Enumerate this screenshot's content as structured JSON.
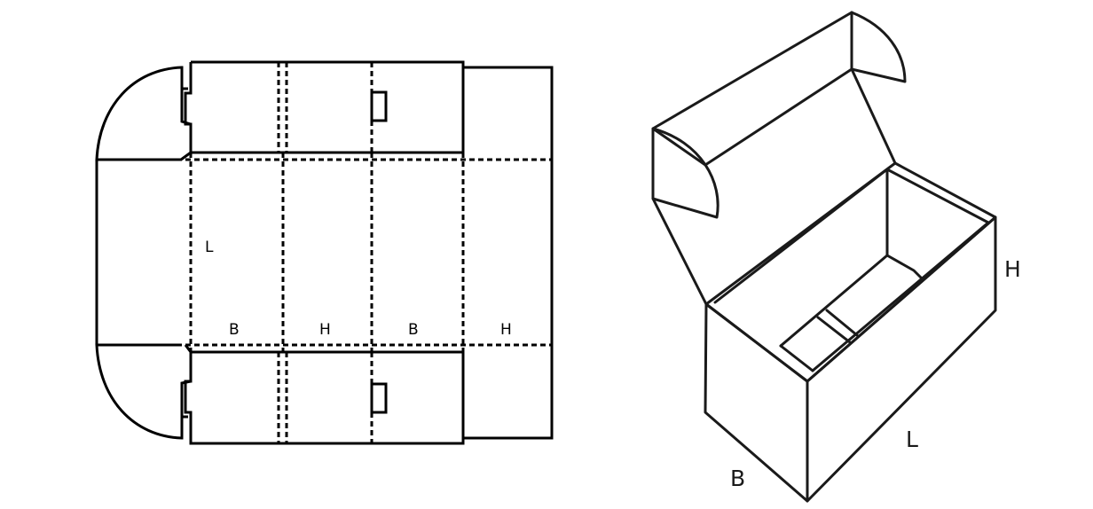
{
  "flat_layout": {
    "panel_labels": {
      "length": "L",
      "breadth_1": "B",
      "height_1": "H",
      "breadth_2": "B",
      "height_2": "H"
    }
  },
  "assembled_box": {
    "dimension_labels": {
      "height": "H",
      "length": "L",
      "breadth": "B"
    }
  },
  "colors": {
    "line": "#000000",
    "background": "#ffffff"
  }
}
